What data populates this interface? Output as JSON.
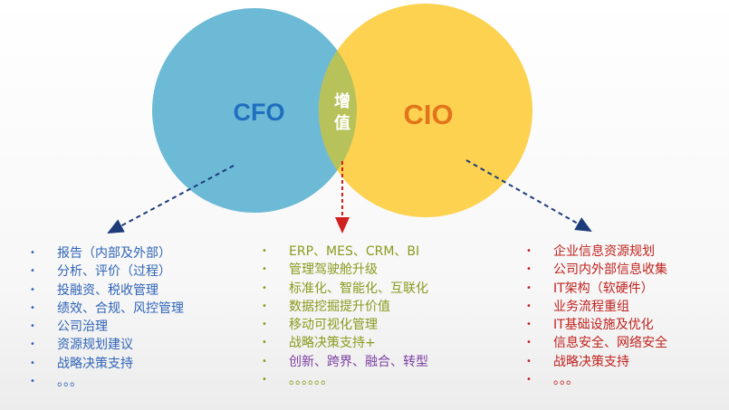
{
  "circles": {
    "left_label": "CFO",
    "right_label": "CIO",
    "overlap_char_1": "增",
    "overlap_char_2": "值"
  },
  "colors": {
    "cfo_circle": "#6cbad6",
    "cio_circle": "#fcd250",
    "overlap": "#b7c25a",
    "cfo_text": "#1f6fbf",
    "cio_text": "#e2751c",
    "left_list": "#2f64b7",
    "mid_list": "#8a9a1d",
    "mid_list_accent": "#7b3ea1",
    "right_list": "#c0231f",
    "arrow_blue": "#1d3c7a",
    "arrow_red": "#d02020"
  },
  "lists": {
    "left": [
      "报告（内部及外部）",
      "分析、评价（过程）",
      "投融资、税收管理",
      "绩效、合规、风控管理",
      "公司治理",
      "资源规划建议",
      "战略决策支持",
      "。。。"
    ],
    "middle": [
      "ERP、MES、CRM、BI",
      "管理驾驶舱升级",
      "标准化、智能化、互联化",
      "数据挖掘提升价值",
      "移动可视化管理",
      "战略决策支持+",
      "创新、跨界、融合、转型",
      "。。。。。。"
    ],
    "right": [
      "企业信息资源规划",
      "公司内外部信息收集",
      "IT架构（软硬件）",
      "业务流程重组",
      "IT基础设施及优化",
      "信息安全、网络安全",
      "战略决策支持",
      "。。。"
    ]
  }
}
